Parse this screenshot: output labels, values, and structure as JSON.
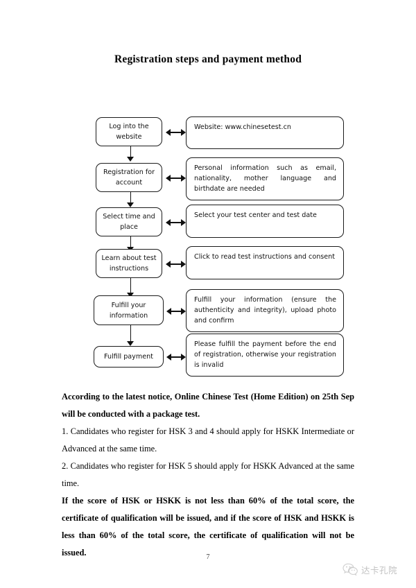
{
  "document": {
    "title": "Registration steps and payment method",
    "page_number": "7"
  },
  "flowchart": {
    "steps": [
      {
        "step_label": "Log into the website",
        "detail": "Website: www.chinesetest.cn",
        "detail_lines": 1
      },
      {
        "step_label": "Registration for account",
        "detail": "Personal information such as email, nationality, mother language and birthdate are needed",
        "detail_lines": 3
      },
      {
        "step_label": "Select time and place",
        "detail": "Select your test center and test date",
        "detail_lines": 1
      },
      {
        "step_label": "Learn about test instructions",
        "detail": "Click to read test instructions and consent",
        "detail_lines": 1
      },
      {
        "step_label": "Fulfill your information",
        "detail": "Fulfill your information (ensure the authenticity and integrity), upload photo and confirm",
        "detail_lines": 3
      },
      {
        "step_label": "Fulfill payment",
        "detail": "Please fulfill the payment before the end of registration, otherwise your registration is invalid",
        "detail_lines": 3
      }
    ]
  },
  "notice": {
    "intro": "According to the latest notice, Online Chinese Test (Home Edition) on 25th Sep will be conducted with a package test.",
    "item_1": "1. Candidates who register for HSK 3 and 4 should apply for HSKK Intermediate or Advanced at the same time.",
    "item_2": "2. Candidates who register for HSK 5 should apply for HSKK Advanced at the same time.",
    "conclusion": "If the score of HSK or HSKK is not less than 60% of the total score, the certificate of qualification will be issued, and if the score of HSK and HSKK is less than 60% of the total score, the certificate of qualification will not be issued."
  },
  "watermark": {
    "icon": "wechat-icon",
    "label": "达卡孔院"
  }
}
